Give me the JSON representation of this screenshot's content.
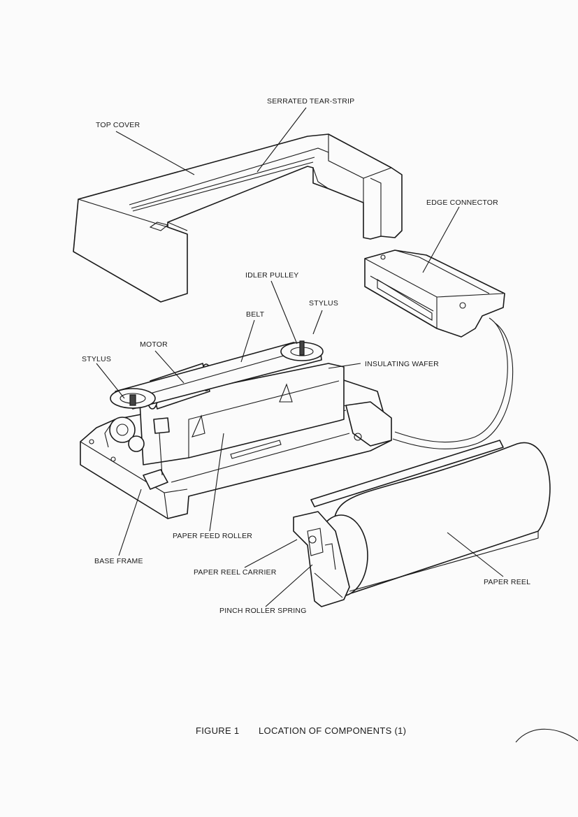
{
  "labels": {
    "serrated_tear_strip": "SERRATED TEAR-STRIP",
    "top_cover": "TOP COVER",
    "edge_connector": "EDGE CONNECTOR",
    "idler_pulley": "IDLER PULLEY",
    "stylus_right": "STYLUS",
    "belt": "BELT",
    "motor": "MOTOR",
    "stylus_left": "STYLUS",
    "insulating_wafer": "INSULATING WAFER",
    "paper_feed_roller": "PAPER FEED ROLLER",
    "base_frame": "BASE FRAME",
    "paper_reel_carrier": "PAPER REEL CARRIER",
    "paper_reel": "PAPER REEL",
    "pinch_roller_spring": "PINCH ROLLER SPRING"
  },
  "caption": {
    "figure": "FIGURE 1",
    "title": "LOCATION OF COMPONENTS (1)"
  }
}
